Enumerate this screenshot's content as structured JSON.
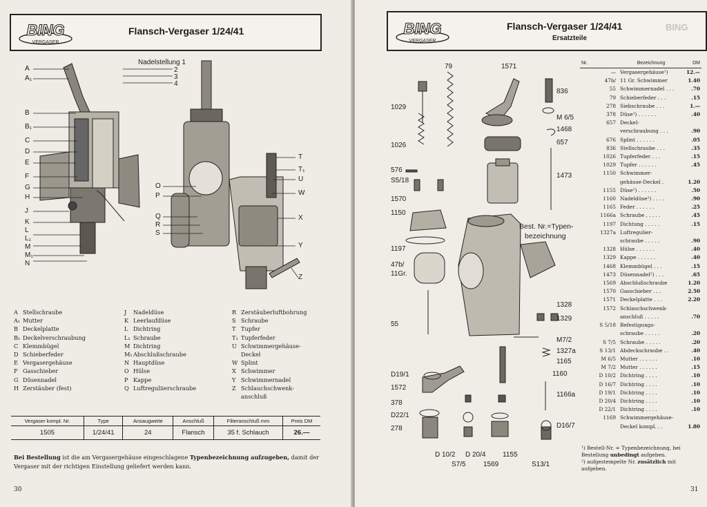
{
  "left": {
    "logo": {
      "line1": "BING",
      "line2": "VERGASER"
    },
    "title": "Flansch-Vergaser 1/24/41",
    "nadel_title": "Nadelstellung 1",
    "nadel_positions": [
      "2",
      "3",
      "4"
    ],
    "callouts_left": [
      "A",
      "A₁",
      "B",
      "B₁",
      "C",
      "D",
      "E",
      "F",
      "G",
      "H",
      "J",
      "K",
      "L",
      "L₁",
      "M",
      "M₁",
      "N"
    ],
    "callouts_mid": [
      "O",
      "P",
      "Q",
      "R",
      "S"
    ],
    "callouts_right": [
      "T",
      "T₁",
      "U",
      "W",
      "X",
      "Y",
      "Z"
    ],
    "legend_col1": [
      {
        "k": "A",
        "t": "Stellschraube"
      },
      {
        "k": "A₁",
        "t": "Mutter"
      },
      {
        "k": "B",
        "t": "Deckelplatte"
      },
      {
        "k": "B₁",
        "t": "Deckelverschraubung"
      },
      {
        "k": "C",
        "t": "Klemmbügel"
      },
      {
        "k": "D",
        "t": "Schieberfeder"
      },
      {
        "k": "E",
        "t": "Vergasergehäuse"
      },
      {
        "k": "F",
        "t": "Gasschieber"
      },
      {
        "k": "G",
        "t": "Düsennadel"
      },
      {
        "k": "H",
        "t": "Zerstäuber (fest)"
      }
    ],
    "legend_col2": [
      {
        "k": "J",
        "t": "Nadeldüse"
      },
      {
        "k": "K",
        "t": "Leerlaufdüse"
      },
      {
        "k": "L",
        "t": "Dichtring"
      },
      {
        "k": "L₁",
        "t": "Schraube"
      },
      {
        "k": "M",
        "t": "Dichtring"
      },
      {
        "k": "M₁",
        "t": "Abschlußschraube"
      },
      {
        "k": "N",
        "t": "Hauptdüse"
      },
      {
        "k": "O",
        "t": "Hülse"
      },
      {
        "k": "P",
        "t": "Kappe"
      },
      {
        "k": "Q",
        "t": "Luftreguliierschraube"
      }
    ],
    "legend_col3": [
      {
        "k": "R",
        "t": "Zerstäuberluftbohrung"
      },
      {
        "k": "S",
        "t": "Schraube"
      },
      {
        "k": "T",
        "t": "Tupfer"
      },
      {
        "k": "T₁",
        "t": "Tupferfeder"
      },
      {
        "k": "U",
        "t": "Schwimmergehäuse-"
      },
      {
        "k": "",
        "t": "Deckel"
      },
      {
        "k": "W",
        "t": "Splint"
      },
      {
        "k": "X",
        "t": "Schwimmer"
      },
      {
        "k": "Y",
        "t": "Schwimmernadel"
      },
      {
        "k": "Z",
        "t": "Schlauchschwenk-"
      },
      {
        "k": "",
        "t": "anschluß"
      }
    ],
    "spec_headers": [
      "Vergaser kompl. Nr.",
      "Type",
      "Ansaugweite",
      "Anschluß",
      "Filteranschluß mm",
      "Preis DM"
    ],
    "spec_row": [
      "1505",
      "1/24/41",
      "24",
      "Flansch",
      "35 f. Schlauch",
      "26.—"
    ],
    "note_bold1": "Bei Bestellung",
    "note_mid": " ist die am Vergasergehäuse eingeschlagene ",
    "note_bold2": "Typenbezeichnung aufzugeben,",
    "note_end": " damit der Vergaser mit der richtigen Einstellung geliefert werden kann.",
    "page_number": "30"
  },
  "right": {
    "logo": {
      "line1": "BING",
      "line2": "VERGASER"
    },
    "title": "Flansch-Vergaser 1/24/41",
    "subtitle": "Ersatzteile",
    "diagram_labels": {
      "l79": "79",
      "l1571": "1571",
      "l836": "836",
      "l1029": "1029",
      "lM65": "M 6/5",
      "l1468": "1468",
      "l657": "657",
      "l1026": "1026",
      "l576": "576",
      "l5518": "S5/18",
      "l1473": "1473",
      "l1570": "1570",
      "l1150": "1150",
      "lbest": "Best. Nr.=Typen-",
      "lbest2": "bezeichnung",
      "l1197": "1197",
      "l47b": "47b/",
      "l11gr": "11Gr.",
      "l1328": "1328",
      "l1329": "1329",
      "l55": "55",
      "lM72": "M7/2",
      "l13271": "1327a",
      "l1165": "1165",
      "lD191": "D19/1",
      "l1160": "1160",
      "l1572": "1572",
      "l1166": "1166a",
      "l378": "378",
      "lD221": "D22/1",
      "lD167": "D16/7",
      "l278": "278",
      "lD102": "D 10/2",
      "lD204": "D 20/4",
      "l1155": "1155",
      "lS75": "S7/5",
      "l1569": "1569",
      "lS131": "S13/1"
    },
    "parts_headers": [
      "Nr.",
      "Bezeichnung",
      "DM"
    ],
    "parts": [
      [
        "—",
        "Vergasergehäuse¹)",
        "12.—"
      ],
      [
        "47b/",
        "11 Gr. Schwimmer",
        "1.40"
      ],
      [
        "55",
        "Schwimmernadel . . .",
        ".70"
      ],
      [
        "79",
        "Schieberfeder . . .",
        ".15"
      ],
      [
        "278",
        "Siebschraube . . .",
        "1.—"
      ],
      [
        "378",
        "Düse²) . . . . . .",
        ".40"
      ],
      [
        "657",
        "Deckel-",
        ""
      ],
      [
        "",
        "verschraubung . . .",
        ".90"
      ],
      [
        "676",
        "Splint . . . . . .",
        ".05"
      ],
      [
        "836",
        "Stellschraube . . .",
        ".35"
      ],
      [
        "1026",
        "Tupferfeder . . .",
        ".15"
      ],
      [
        "1029",
        "Tupfer . . . . . .",
        ".45"
      ],
      [
        "1150",
        "Schwimmer-",
        ""
      ],
      [
        "",
        "gehäuse-Deckel .",
        "1.20"
      ],
      [
        "1155",
        "Düse²) . . . . . .",
        ".50"
      ],
      [
        "1160",
        "Nadeldüse²) . . . .",
        ".90"
      ],
      [
        "1165",
        "Feder . . . . . .",
        ".25"
      ],
      [
        "1166a",
        "Schraube . . . . .",
        ".45"
      ],
      [
        "1197",
        "Dichtung . . . . .",
        ".15"
      ],
      [
        "1327a",
        "Luftregulier-",
        ""
      ],
      [
        "",
        "schraube . . . . .",
        ".90"
      ],
      [
        "1328",
        "Hülse . . . . . .",
        ".40"
      ],
      [
        "1329",
        "Kappe . . . . . .",
        ".40"
      ],
      [
        "1468",
        "Klemmbügel . . .",
        ".15"
      ],
      [
        "1473",
        "Düsennadel²) . . .",
        ".65"
      ],
      [
        "1569",
        "Abschlußschraube",
        "1.20"
      ],
      [
        "1570",
        "Gasschieber . . .",
        "2.50"
      ],
      [
        "1571",
        "Deckelplatte . . .",
        "2.20"
      ],
      [
        "1572",
        "Schlauchschwenk-",
        ""
      ],
      [
        "",
        "anschluß . . . . .",
        ".70"
      ],
      [
        "S 5/18",
        "Befestigungs-",
        ""
      ],
      [
        "",
        "schraube . . . . .",
        ".20"
      ],
      [
        "S 7/5",
        "Schraube . . . . .",
        ".20"
      ],
      [
        "S 13/1",
        "Abdeckschraube . .",
        ".40"
      ],
      [
        "M 6/5",
        "Mutter . . . . . .",
        ".10"
      ],
      [
        "M 7/2",
        "Mutter . . . . . .",
        ".15"
      ],
      [
        "D 10/2",
        "Dichtring . . . .",
        ".10"
      ],
      [
        "D 16/7",
        "Dichtring . . . .",
        ".10"
      ],
      [
        "D 19/1",
        "Dichtring . . . .",
        ".10"
      ],
      [
        "D 20/4",
        "Dichtring . . . .",
        ".10"
      ],
      [
        "D 22/1",
        "Dichtring . . . .",
        ".10"
      ],
      [
        "1169",
        "Schwimmergehäuse-",
        ""
      ],
      [
        "",
        "Deckel kompl. . .",
        "1.80"
      ]
    ],
    "footnote1_a": "¹) Bestell-Nr. = Typenbezeichnung, bei Bestellung ",
    "footnote1_b": "unbedingt",
    "footnote1_c": " aufgeben.",
    "footnote2_a": "²) aufgestempelte Nr. ",
    "footnote2_b": "zusätzlich",
    "footnote2_c": " mit aufgeben.",
    "page_number": "31"
  }
}
